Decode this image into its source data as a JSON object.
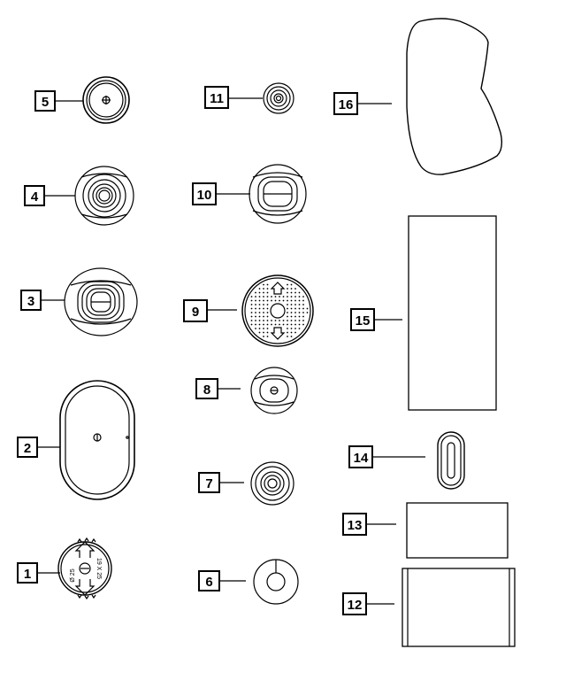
{
  "callouts": {
    "c1": "1",
    "c2": "2",
    "c3": "3",
    "c4": "4",
    "c5": "5",
    "c6": "6",
    "c7": "7",
    "c8": "8",
    "c9": "9",
    "c10": "10",
    "c11": "11",
    "c12": "12",
    "c13": "13",
    "c14": "14",
    "c15": "15",
    "c16": "16"
  },
  "part1_text": {
    "line1": "Ø 25",
    "line2": "19 X 25"
  }
}
